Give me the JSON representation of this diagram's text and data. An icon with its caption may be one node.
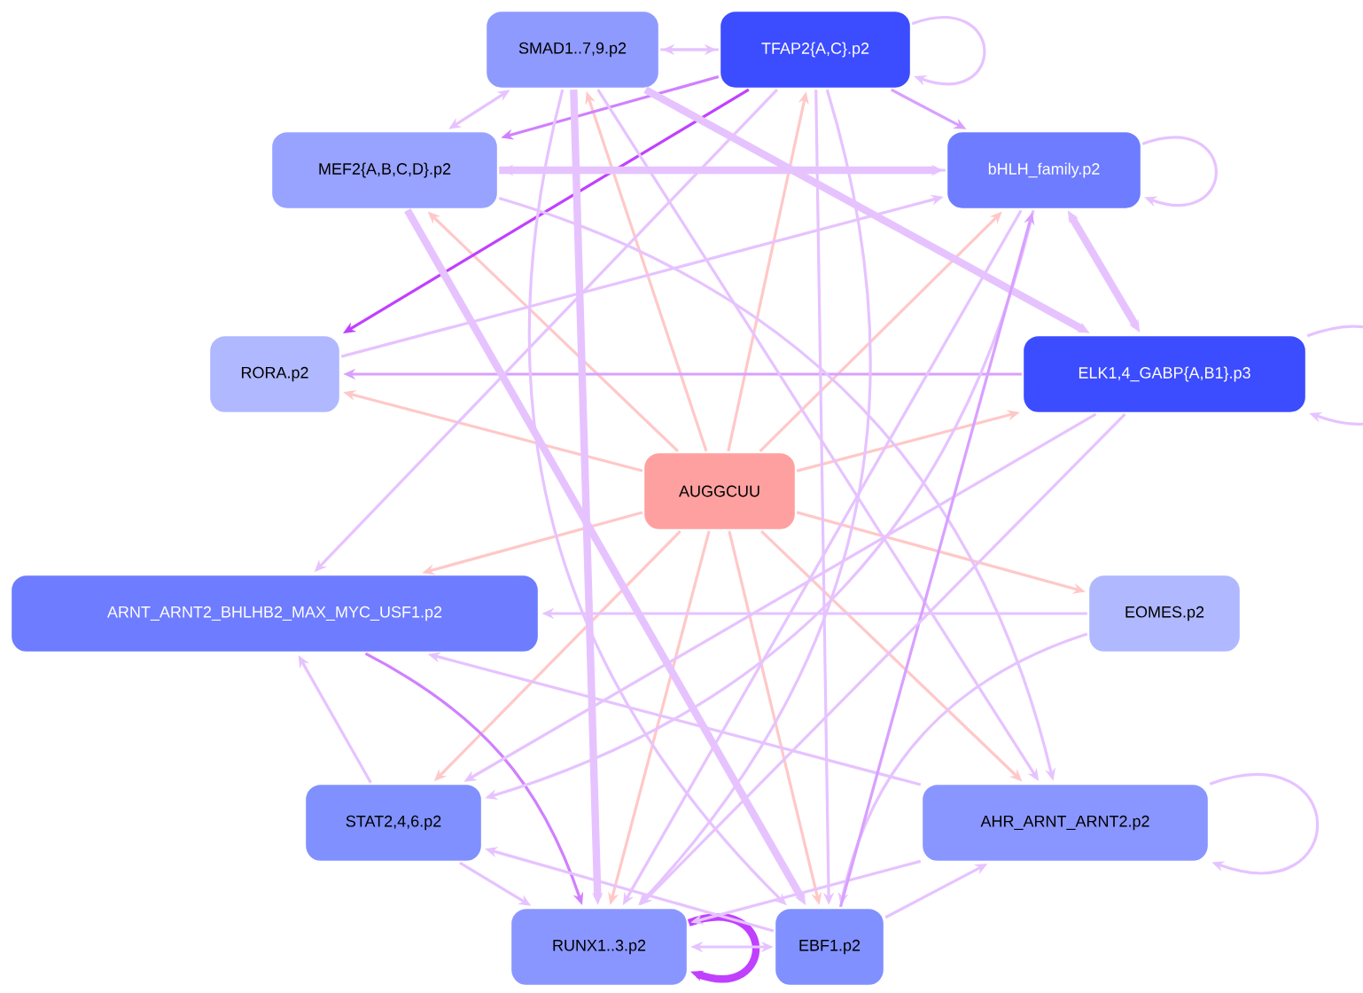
{
  "diagram": {
    "nodes": [
      {
        "text": [
          "SMAD1..7,9.p2"
        ]
      },
      {
        "text": [
          "TFAP2{A,C}.p2"
        ]
      },
      {
        "text": [
          "MEF2{A,B,C,D}.p2"
        ]
      },
      {
        "text": [
          "bHLH_family.p2"
        ]
      },
      {
        "text": [
          "RORA.p2"
        ]
      },
      {
        "text": [
          "ELK1,4_GABP{A,B1}.p3"
        ]
      },
      {
        "text": [
          "AUGGCUU"
        ]
      },
      {
        "text": [
          "ARNT_ARNT2_BHLHB2_MAX_MYC_USF1.p2"
        ]
      },
      {
        "text": [
          "EOMES.p2"
        ]
      },
      {
        "text": [
          "STAT2,4,6.p2"
        ]
      },
      {
        "text": [
          "AHR_ARNT_ARNT2.p2"
        ]
      },
      {
        "text": [
          "RUNX1..3.p2"
        ]
      },
      {
        "text": [
          "EBF1.p2"
        ]
      }
    ],
    "edges": [
      {
        "from": 6,
        "to": 0,
        "arrow": "to",
        "color": "#ffc8c8"
      },
      {
        "from": 6,
        "to": 1,
        "arrow": "to",
        "color": "#ffc8c8"
      },
      {
        "from": 6,
        "to": 2,
        "arrow": "to",
        "color": "#ffc8c8"
      },
      {
        "from": 6,
        "to": 3,
        "arrow": "to",
        "color": "#ffc8c8"
      },
      {
        "from": 6,
        "to": 4,
        "arrow": "to",
        "color": "#ffc8c8"
      },
      {
        "from": 6,
        "to": 5,
        "arrow": "to",
        "color": "#ffc8c8"
      },
      {
        "from": 6,
        "to": 7,
        "arrow": "to",
        "color": "#ffc8c8"
      },
      {
        "from": 6,
        "to": 8,
        "arrow": "to",
        "color": "#ffc8c8"
      },
      {
        "from": 6,
        "to": 9,
        "arrow": "to",
        "color": "#ffc8c8"
      },
      {
        "from": 6,
        "to": 10,
        "arrow": "to",
        "color": "#ffc8c8"
      },
      {
        "from": 6,
        "to": 11,
        "arrow": "to",
        "color": "#ffc8c8"
      },
      {
        "from": 6,
        "to": 12,
        "arrow": "to",
        "color": "#ffc8c8"
      },
      {
        "from": 1,
        "to": 1,
        "arrow": "to"
      },
      {
        "from": 3,
        "to": 3,
        "arrow": "to"
      },
      {
        "from": 5,
        "to": 5,
        "arrow": "to"
      },
      {
        "from": 10,
        "to": 10,
        "arrow": "to"
      },
      {
        "from": 11,
        "to": 11,
        "arrow": "to",
        "color": "#c040ff",
        "style": "thick"
      },
      {
        "from": 1,
        "to": 4,
        "arrow": "to",
        "color": "#c040ff"
      },
      {
        "from": 1,
        "to": 2,
        "arrow": "to",
        "color": "#d080ff"
      },
      {
        "from": 7,
        "to": 11,
        "arrow": "to",
        "color": "#d080ff"
      },
      {
        "from": 1,
        "to": 3,
        "arrow": "to",
        "color": "#d8a0ff"
      },
      {
        "from": 5,
        "to": 4,
        "arrow": "to",
        "color": "#d8a0ff"
      },
      {
        "from": 0,
        "to": 1,
        "arrow": "to"
      },
      {
        "from": 1,
        "to": 0,
        "arrow": "to"
      },
      {
        "from": 0,
        "to": 2,
        "arrow": "both"
      },
      {
        "from": 2,
        "to": 3,
        "arrow": "to",
        "style": "thick"
      },
      {
        "from": 3,
        "to": 2,
        "arrow": "to"
      },
      {
        "from": 3,
        "to": 5,
        "arrow": "both",
        "style": "thick"
      },
      {
        "from": 8,
        "to": 7,
        "arrow": "to"
      },
      {
        "from": 0,
        "to": 11,
        "arrow": "to",
        "style": "thick"
      },
      {
        "from": 0,
        "to": 12,
        "arrow": "to"
      },
      {
        "from": 1,
        "to": 11,
        "arrow": "to"
      },
      {
        "from": 1,
        "to": 12,
        "arrow": "to"
      },
      {
        "from": 0,
        "to": 10,
        "arrow": "to"
      },
      {
        "from": 0,
        "to": 5,
        "arrow": "to",
        "style": "thick"
      },
      {
        "from": 1,
        "to": 7,
        "arrow": "to"
      },
      {
        "from": 3,
        "to": 9,
        "arrow": "to"
      },
      {
        "from": 3,
        "to": 11,
        "arrow": "to"
      },
      {
        "from": 5,
        "to": 9,
        "arrow": "to"
      },
      {
        "from": 2,
        "to": 10,
        "arrow": "to"
      },
      {
        "from": 2,
        "to": 12,
        "arrow": "to",
        "style": "thick"
      },
      {
        "from": 4,
        "to": 3,
        "arrow": "to"
      },
      {
        "from": 9,
        "to": 11,
        "arrow": "to"
      },
      {
        "from": 12,
        "to": 9,
        "arrow": "to"
      },
      {
        "from": 12,
        "to": 10,
        "arrow": "to"
      },
      {
        "from": 10,
        "to": 11,
        "arrow": "to"
      },
      {
        "from": 9,
        "to": 7,
        "arrow": "to"
      },
      {
        "from": 10,
        "to": 7,
        "arrow": "to"
      },
      {
        "from": 8,
        "to": 12,
        "arrow": "to"
      },
      {
        "from": 12,
        "to": 11,
        "arrow": "both"
      },
      {
        "from": 12,
        "to": 3,
        "arrow": "to",
        "color": "#d8a0ff"
      },
      {
        "from": 5,
        "to": 11,
        "arrow": "to"
      }
    ]
  }
}
